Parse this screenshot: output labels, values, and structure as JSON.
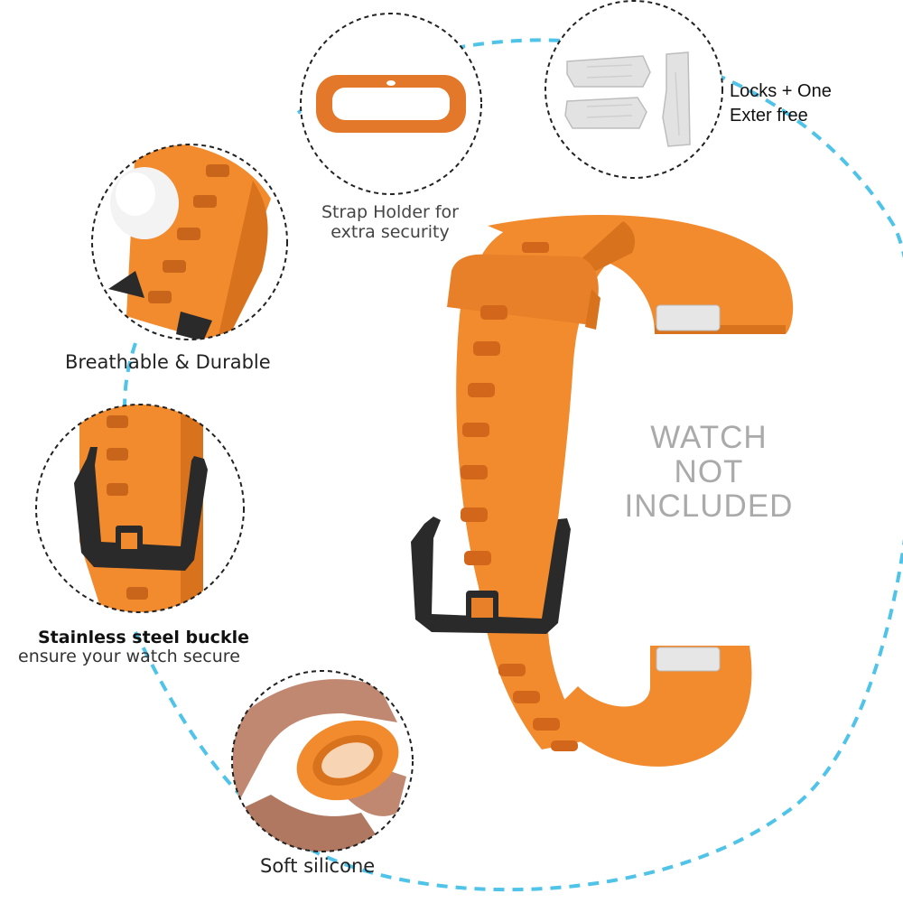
{
  "colors": {
    "band_orange": "#F28A2E",
    "band_shadow": "#D9721C",
    "buckle_black": "#2A2A2A",
    "dashed_arc": "#4FC3E8",
    "text_gray": "#AAAAAA"
  },
  "labels": {
    "strap_holder_line1": "Strap Holder for",
    "strap_holder_line2": "extra security",
    "locks_line1": "Locks + One",
    "locks_line2": "Exter free",
    "breathable": "Breathable & Durable",
    "buckle_title": "Stainless steel buckle",
    "buckle_subtitle": "ensure your watch secure",
    "soft_silicone": "Soft silicone",
    "watch_line1": "WATCH",
    "watch_line2": "NOT",
    "watch_line3": "INCLUDED"
  },
  "icons": [
    "strap-holder-icon",
    "locks-icon",
    "buckle-icon",
    "silicone-loop-icon"
  ]
}
